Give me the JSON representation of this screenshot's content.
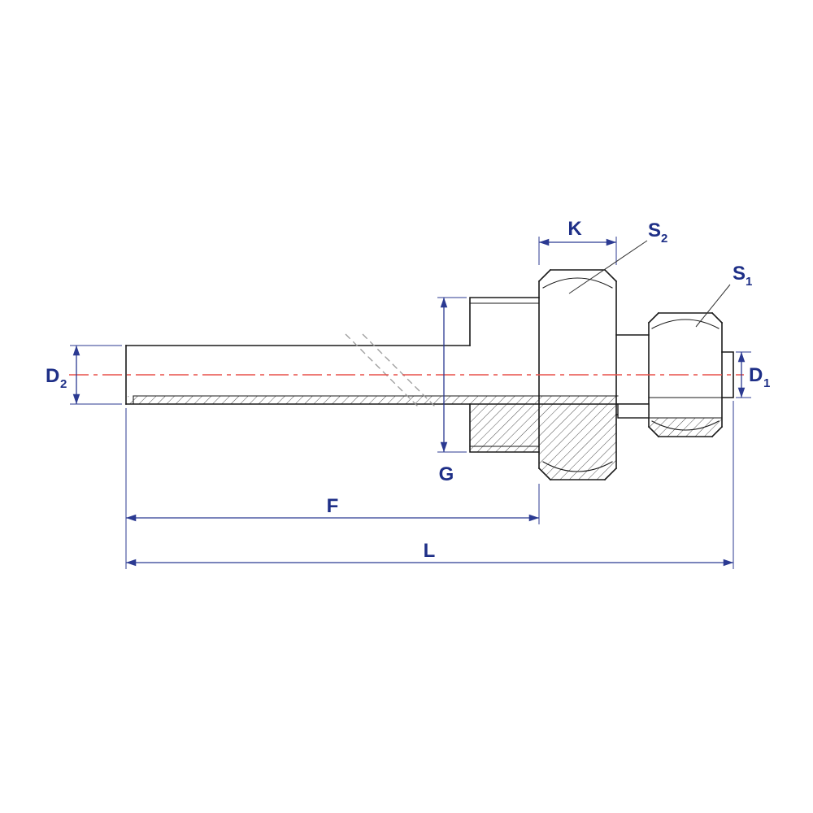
{
  "drawing": {
    "title": "Threaded compression fitting with probe tube - dimensioned section drawing",
    "labels": {
      "d2": {
        "main": "D",
        "sub": "2"
      },
      "d1": {
        "main": "D",
        "sub": "1"
      },
      "s2": {
        "main": "S",
        "sub": "2"
      },
      "s1": {
        "main": "S",
        "sub": "1"
      },
      "k": "K",
      "g": "G",
      "f": "F",
      "l": "L"
    },
    "colors": {
      "background": "#ffffff",
      "outline": "#1a1a1a",
      "dimension_line": "#2b3a92",
      "label_text": "#1e2f87",
      "centerline": "#e8504a",
      "hatch": "#3a3a3a",
      "break_line": "#9a9a9a"
    }
  }
}
